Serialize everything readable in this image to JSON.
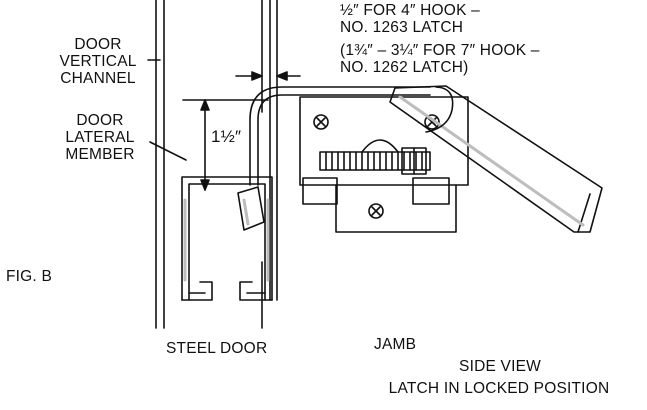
{
  "figure": {
    "fig_label": "FIG. B",
    "labels": {
      "door_vertical_channel": [
        "DOOR",
        "VERTICAL",
        "CHANNEL"
      ],
      "door_lateral_member": [
        "DOOR",
        "LATERAL",
        "MEMBER"
      ],
      "dimension": "1½″",
      "hook_note": [
        "½″ FOR 4″ HOOK –",
        "NO. 1263 LATCH",
        "(1¾″ – 3¼″ FOR 7″ HOOK –",
        "NO. 1262 LATCH)"
      ],
      "steel_door": "STEEL DOOR",
      "jamb": "JAMB",
      "side_view": "SIDE VIEW",
      "latch_position": "LATCH IN LOCKED POSITION"
    },
    "colors": {
      "ink": "#111111",
      "paper": "#ffffff",
      "shade": "#bdbdbd"
    }
  }
}
